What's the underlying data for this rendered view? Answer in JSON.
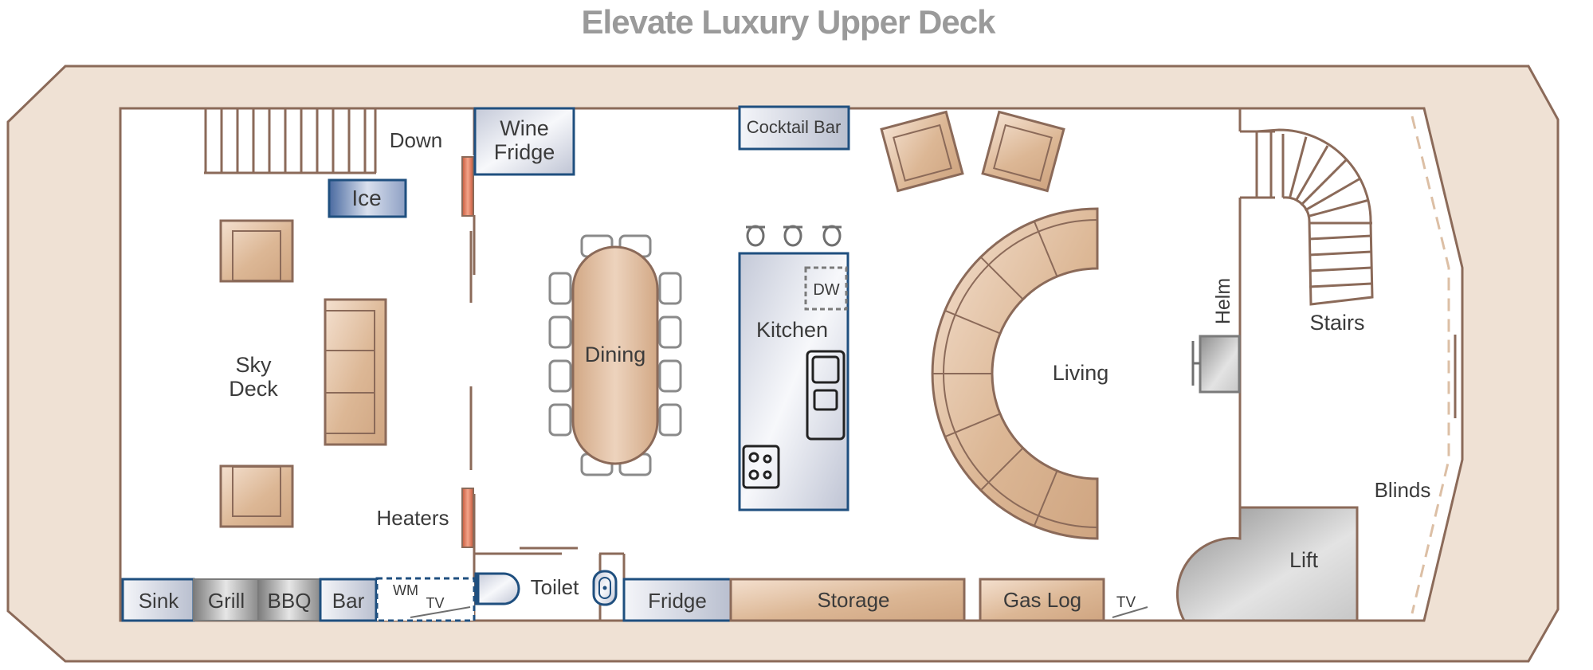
{
  "title": "Elevate Luxury Upper Deck",
  "colors": {
    "hull": "#efe1d4",
    "hull_stroke": "#8b6a59",
    "wall": "#8b6a59",
    "wood_light": "#f2dccb",
    "wood_dark": "#d6ae8c",
    "steel_light": "#f2f4f8",
    "steel_dark": "#b7bccb",
    "blue_outline": "#1f4f7f",
    "heater": "#e0785a",
    "title": "#9a9a9a",
    "text": "#3b3b3b"
  },
  "labels": {
    "sky_deck_line1": "Sky",
    "sky_deck_line2": "Deck",
    "down": "Down",
    "ice": "Ice",
    "wine_fridge_line1": "Wine",
    "wine_fridge_line2": "Fridge",
    "heaters": "Heaters",
    "dining": "Dining",
    "cocktail_bar": "Cocktail Bar",
    "dw": "DW",
    "kitchen": "Kitchen",
    "living": "Living",
    "helm": "Helm",
    "stairs": "Stairs",
    "blinds": "Blinds",
    "lift": "Lift",
    "sink": "Sink",
    "grill": "Grill",
    "bbq": "BBQ",
    "bar": "Bar",
    "wm": "WM",
    "tv": "TV",
    "toilet": "Toilet",
    "fridge": "Fridge",
    "storage": "Storage",
    "gas_log": "Gas Log",
    "tv2": "TV"
  }
}
